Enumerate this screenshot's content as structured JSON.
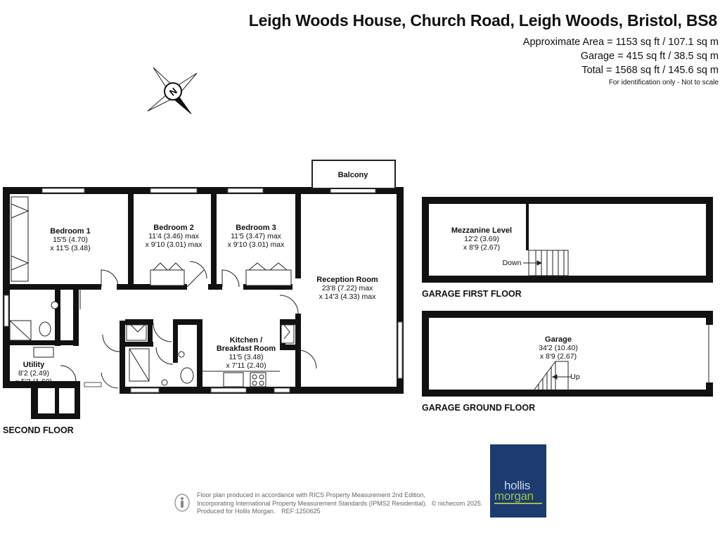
{
  "header": {
    "title": "Leigh Woods House, Church Road, Leigh Woods, Bristol, BS8",
    "areas": [
      "Approximate Area = 1153 sq ft / 107.1 sq m",
      "Garage = 415 sq ft / 38.5 sq m",
      "Total = 1568 sq ft / 145.6 sq m"
    ],
    "note": "For identification only - Not to scale"
  },
  "compass": {
    "letter": "N"
  },
  "floors": {
    "second": "SECOND FLOOR",
    "garage_first": "GARAGE FIRST FLOOR",
    "garage_ground": "GARAGE GROUND FLOOR"
  },
  "rooms": {
    "bedroom1": {
      "name": "Bedroom 1",
      "dim1": "15'5 (4.70)",
      "dim2": "x 11'5 (3.48)"
    },
    "bedroom2": {
      "name": "Bedroom 2",
      "dim1": "11'4 (3.46) max",
      "dim2": "x 9'10 (3.01) max"
    },
    "bedroom3": {
      "name": "Bedroom 3",
      "dim1": "11'5 (3.47) max",
      "dim2": "x 9'10 (3.01) max"
    },
    "reception": {
      "name": "Reception Room",
      "dim1": "23'8 (7.22) max",
      "dim2": "x 14'3 (4.33) max"
    },
    "kitchen": {
      "name": "Kitchen /",
      "name2": "Breakfast Room",
      "dim1": "11'5 (3.48)",
      "dim2": "x 7'11 (2.40)"
    },
    "utility": {
      "name": "Utility",
      "dim1": "8'2 (2.49)",
      "dim2": "x 5'3 (1.60)"
    },
    "balcony": {
      "name": "Balcony"
    },
    "mezzanine": {
      "name": "Mezzanine Level",
      "dim1": "12'2 (3.69)",
      "dim2": "x 8'9 (2.67)",
      "stairs": "Down"
    },
    "garage": {
      "name": "Garage",
      "dim1": "34'2 (10.40)",
      "dim2": "x 8'9 (2.67)",
      "stairs": "Up"
    }
  },
  "footer": {
    "line1": "Floor plan produced in accordance with RICS Property Measurement 2nd Edition,",
    "line2": "Incorporating International Property Measurement Standards (IPMS2 Residential).",
    "copyright": "© nichecom 2025.",
    "line3": "Produced for Hollis Morgan.",
    "ref": "REF:1250625"
  },
  "logo": {
    "line1": "hollis",
    "line2": "morgan"
  },
  "colors": {
    "wall": "#111111",
    "logo_bg": "#1d3b6e",
    "logo_accent": "#9ac04a"
  }
}
